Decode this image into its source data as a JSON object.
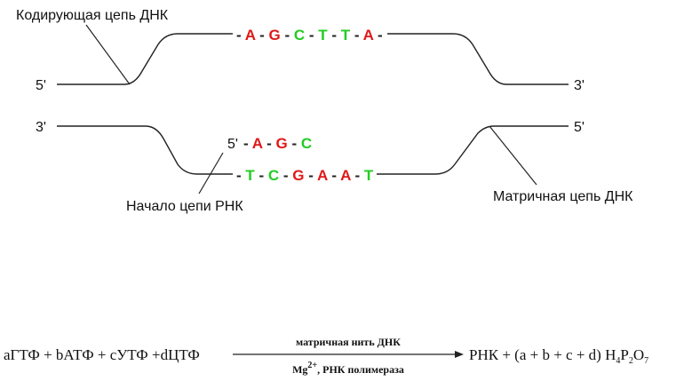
{
  "colors": {
    "purine": "#e01818",
    "pyrimidine": "#22cc22",
    "line": "#222222",
    "text": "#111111"
  },
  "labels": {
    "coding_strand": "Кодирующая цепь ДНК",
    "template_strand": "Матричная цепь ДНК",
    "rna_start": "Начало цепи РНК"
  },
  "ends": {
    "coding_left": "5'",
    "coding_right": "3'",
    "template_left": "3'",
    "template_right": "5'",
    "rna_left": "5'"
  },
  "sequences": {
    "coding": [
      {
        "base": "A",
        "type": "purine"
      },
      {
        "base": "G",
        "type": "purine"
      },
      {
        "base": "C",
        "type": "pyrimidine"
      },
      {
        "base": "T",
        "type": "pyrimidine"
      },
      {
        "base": "T",
        "type": "pyrimidine"
      },
      {
        "base": "A",
        "type": "purine"
      }
    ],
    "rna": [
      {
        "base": "A",
        "type": "purine"
      },
      {
        "base": "G",
        "type": "purine"
      },
      {
        "base": "C",
        "type": "pyrimidine"
      }
    ],
    "template": [
      {
        "base": "T",
        "type": "pyrimidine"
      },
      {
        "base": "C",
        "type": "pyrimidine"
      },
      {
        "base": "G",
        "type": "purine"
      },
      {
        "base": "A",
        "type": "purine"
      },
      {
        "base": "A",
        "type": "purine"
      },
      {
        "base": "T",
        "type": "pyrimidine"
      }
    ],
    "separator": "-"
  },
  "equation": {
    "left": "aГТФ + bАТФ + cУТФ +dЦТФ",
    "above_arrow": "матричная нить ДНК",
    "below_arrow_ion": "Mg",
    "below_arrow_charge": "2+",
    "below_arrow_rest": ", РНК полимераза",
    "right_prefix": "РНК + (a + b + c + d) H",
    "right_h_sub": "4",
    "right_p": "P",
    "right_p_sub": "2",
    "right_o": "O",
    "right_o_sub": "7"
  }
}
